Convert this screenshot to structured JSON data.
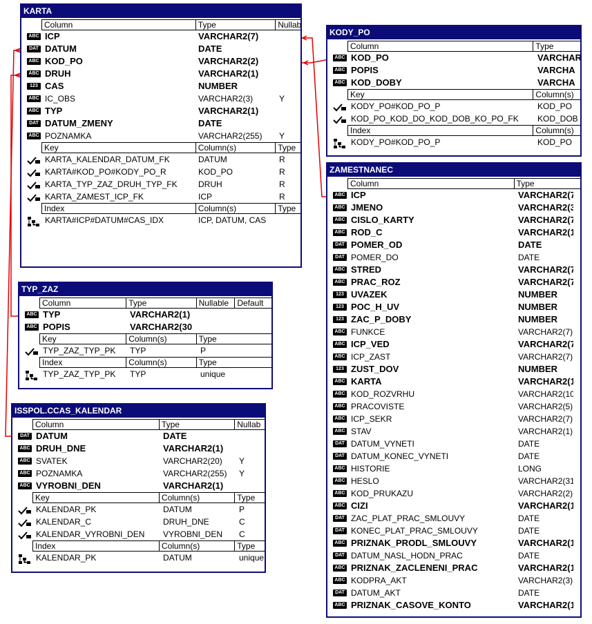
{
  "tables": {
    "karta": {
      "title": "KARTA",
      "col_header": {
        "column": "Column",
        "type": "Type",
        "nullable": "Nullable"
      },
      "columns": [
        {
          "icon": "abc",
          "name": "ICP",
          "type": "VARCHAR2(7)",
          "nullable": "",
          "bold": true
        },
        {
          "icon": "dat",
          "name": "DATUM",
          "type": "DATE",
          "nullable": "",
          "bold": true
        },
        {
          "icon": "abc",
          "name": "KOD_PO",
          "type": "VARCHAR2(2)",
          "nullable": "",
          "bold": true
        },
        {
          "icon": "abc",
          "name": "DRUH",
          "type": "VARCHAR2(1)",
          "nullable": "",
          "bold": true
        },
        {
          "icon": "123",
          "name": "CAS",
          "type": "NUMBER",
          "nullable": "",
          "bold": true
        },
        {
          "icon": "abc",
          "name": "IC_OBS",
          "type": "VARCHAR2(3)",
          "nullable": "Y",
          "bold": false
        },
        {
          "icon": "abc",
          "name": "TYP",
          "type": "VARCHAR2(1)",
          "nullable": "",
          "bold": true
        },
        {
          "icon": "dat",
          "name": "DATUM_ZMENY",
          "type": "DATE",
          "nullable": "",
          "bold": true
        },
        {
          "icon": "abc",
          "name": "POZNAMKA",
          "type": "VARCHAR2(255)",
          "nullable": "Y",
          "bold": false
        }
      ],
      "key_header": {
        "key": "Key",
        "columns": "Column(s)",
        "type": "Type"
      },
      "keys": [
        {
          "name": "KARTA_KALENDAR_DATUM_FK",
          "columns": "DATUM",
          "type": "R"
        },
        {
          "name": "KARTA#KOD_PO#KODY_PO_R",
          "columns": "KOD_PO",
          "type": "R"
        },
        {
          "name": "KARTA_TYP_ZAZ_DRUH_TYP_FK",
          "columns": "DRUH",
          "type": "R"
        },
        {
          "name": "KARTA_ZAMEST_ICP_FK",
          "columns": "ICP",
          "type": "R"
        }
      ],
      "index_header": {
        "index": "Index",
        "columns": "Column(s)",
        "type": "Type"
      },
      "indexes": [
        {
          "name": "KARTA#ICP#DATUM#CAS_IDX",
          "columns": "ICP, DATUM, CAS",
          "type": ""
        }
      ]
    },
    "kody_po": {
      "title": "KODY_PO",
      "col_header": {
        "column": "Column",
        "type": "Type"
      },
      "columns": [
        {
          "icon": "abc",
          "name": "KOD_PO",
          "type": "VARCHAR",
          "bold": true
        },
        {
          "icon": "abc",
          "name": "POPIS",
          "type": "VARCHA",
          "bold": true
        },
        {
          "icon": "abc",
          "name": "KOD_DOBY",
          "type": "VARCHA",
          "bold": true
        }
      ],
      "key_header": {
        "key": "Key",
        "columns": "Column(s)"
      },
      "keys": [
        {
          "name": "KODY_PO#KOD_PO_P",
          "columns": "KOD_PO"
        },
        {
          "name": "KOD_PO_KOD_DO_KOD_DOB_KO_PO_FK",
          "columns": "KOD_DOB"
        }
      ],
      "index_header": {
        "index": "Index",
        "columns": "Column(s)"
      },
      "indexes": [
        {
          "name": "KODY_PO#KOD_PO_P",
          "columns": "KOD_PO"
        }
      ]
    },
    "typ_zaz": {
      "title": "TYP_ZAZ",
      "col_header": {
        "column": "Column",
        "type": "Type",
        "nullable": "Nullable",
        "default": "Default"
      },
      "columns": [
        {
          "icon": "abc",
          "name": "TYP",
          "type": "VARCHAR2(1)",
          "bold": true
        },
        {
          "icon": "abc",
          "name": "POPIS",
          "type": "VARCHAR2(30",
          "bold": true
        }
      ],
      "key_header": {
        "key": "Key",
        "columns": "Column(s)",
        "type": "Type"
      },
      "keys": [
        {
          "name": "TYP_ZAZ_TYP_PK",
          "columns": "TYP",
          "type": "P"
        }
      ],
      "index_header": {
        "index": "Index",
        "columns": "Column(s)",
        "type": "Type"
      },
      "indexes": [
        {
          "name": "TYP_ZAZ_TYP_PK",
          "columns": "TYP",
          "type": "unique"
        }
      ]
    },
    "kalendar": {
      "title": "ISSPOL.CCAS_KALENDAR",
      "col_header": {
        "column": "Column",
        "type": "Type",
        "nullable": "Nullab"
      },
      "columns": [
        {
          "icon": "dat",
          "name": "DATUM",
          "type": "DATE",
          "nullable": "",
          "bold": true
        },
        {
          "icon": "abc",
          "name": "DRUH_DNE",
          "type": "VARCHAR2(1)",
          "nullable": "",
          "bold": true
        },
        {
          "icon": "abc",
          "name": "SVATEK",
          "type": "VARCHAR2(20)",
          "nullable": "Y",
          "bold": false
        },
        {
          "icon": "abc",
          "name": "POZNAMKA",
          "type": "VARCHAR2(255)",
          "nullable": "Y",
          "bold": false
        },
        {
          "icon": "abc",
          "name": "VYROBNI_DEN",
          "type": "VARCHAR2(1)",
          "nullable": "",
          "bold": true
        }
      ],
      "key_header": {
        "key": "Key",
        "columns": "Column(s)",
        "type": "Type"
      },
      "keys": [
        {
          "name": "KALENDAR_PK",
          "columns": "DATUM",
          "type": "P"
        },
        {
          "name": "KALENDAR_C",
          "columns": "DRUH_DNE",
          "type": "C"
        },
        {
          "name": "KALENDAR_VYROBNI_DEN",
          "columns": "VYROBNI_DEN",
          "type": "C"
        }
      ],
      "index_header": {
        "index": "Index",
        "columns": "Column(s)",
        "type": "Type"
      },
      "indexes": [
        {
          "name": "KALENDAR_PK",
          "columns": "DATUM",
          "type": "unique"
        }
      ]
    },
    "zamestnanec": {
      "title": "ZAMESTNANEC",
      "col_header": {
        "column": "Column",
        "type": "Type"
      },
      "columns": [
        {
          "icon": "abc",
          "name": "ICP",
          "type": "VARCHAR2(7",
          "bold": true
        },
        {
          "icon": "abc",
          "name": "JMENO",
          "type": "VARCHAR2(3",
          "bold": true
        },
        {
          "icon": "abc",
          "name": "CISLO_KARTY",
          "type": "VARCHAR2(7",
          "bold": true
        },
        {
          "icon": "abc",
          "name": "ROD_C",
          "type": "VARCHAR2(1",
          "bold": true
        },
        {
          "icon": "dat",
          "name": "POMER_OD",
          "type": "DATE",
          "bold": true
        },
        {
          "icon": "dat",
          "name": "POMER_DO",
          "type": "DATE",
          "bold": false
        },
        {
          "icon": "abc",
          "name": "STRED",
          "type": "VARCHAR2(7",
          "bold": true
        },
        {
          "icon": "abc",
          "name": "PRAC_ROZ",
          "type": "VARCHAR2(7",
          "bold": true
        },
        {
          "icon": "123",
          "name": "UVAZEK",
          "type": "NUMBER",
          "bold": true
        },
        {
          "icon": "123",
          "name": "POC_H_UV",
          "type": "NUMBER",
          "bold": true
        },
        {
          "icon": "123",
          "name": "ZAC_P_DOBY",
          "type": "NUMBER",
          "bold": true
        },
        {
          "icon": "abc",
          "name": "FUNKCE",
          "type": "VARCHAR2(7)",
          "bold": false
        },
        {
          "icon": "abc",
          "name": "ICP_VED",
          "type": "VARCHAR2(7",
          "bold": true
        },
        {
          "icon": "abc",
          "name": "ICP_ZAST",
          "type": "VARCHAR2(7)",
          "bold": false
        },
        {
          "icon": "123",
          "name": "ZUST_DOV",
          "type": "NUMBER",
          "bold": true
        },
        {
          "icon": "abc",
          "name": "KARTA",
          "type": "VARCHAR2(1",
          "bold": true
        },
        {
          "icon": "abc",
          "name": "KOD_ROZVRHU",
          "type": "VARCHAR2(10",
          "bold": false
        },
        {
          "icon": "abc",
          "name": "PRACOVISTE",
          "type": "VARCHAR2(5)",
          "bold": false
        },
        {
          "icon": "abc",
          "name": "ICP_SEKR",
          "type": "VARCHAR2(7)",
          "bold": false
        },
        {
          "icon": "abc",
          "name": "STAV",
          "type": "VARCHAR2(1)",
          "bold": false
        },
        {
          "icon": "dat",
          "name": "DATUM_VYNETI",
          "type": "DATE",
          "bold": false
        },
        {
          "icon": "dat",
          "name": "DATUM_KONEC_VYNETI",
          "type": "DATE",
          "bold": false
        },
        {
          "icon": "abc",
          "name": "HISTORIE",
          "type": "LONG",
          "bold": false
        },
        {
          "icon": "abc",
          "name": "HESLO",
          "type": "VARCHAR2(31",
          "bold": false
        },
        {
          "icon": "abc",
          "name": "KOD_PRUKAZU",
          "type": "VARCHAR2(2)",
          "bold": false
        },
        {
          "icon": "abc",
          "name": "CIZI",
          "type": "VARCHAR2(1",
          "bold": true
        },
        {
          "icon": "dat",
          "name": "ZAC_PLAT_PRAC_SMLOUVY",
          "type": "DATE",
          "bold": false
        },
        {
          "icon": "dat",
          "name": "KONEC_PLAT_PRAC_SMLOUVY",
          "type": "DATE",
          "bold": false
        },
        {
          "icon": "abc",
          "name": "PRIZNAK_PRODL_SMLOUVY",
          "type": "VARCHAR2(1",
          "bold": true
        },
        {
          "icon": "dat",
          "name": "DATUM_NASL_HODN_PRAC",
          "type": "DATE",
          "bold": false
        },
        {
          "icon": "abc",
          "name": "PRIZNAK_ZACLENENI_PRAC",
          "type": "VARCHAR2(1",
          "bold": true
        },
        {
          "icon": "abc",
          "name": "KODPRA_AKT",
          "type": "VARCHAR2(3)",
          "bold": false
        },
        {
          "icon": "dat",
          "name": "DATUM_AKT",
          "type": "DATE",
          "bold": false
        },
        {
          "icon": "abc",
          "name": "PRIZNAK_CASOVE_KONTO",
          "type": "VARCHAR2(1",
          "bold": true
        }
      ]
    }
  },
  "icons": {
    "abc": "ABC",
    "dat": "DAT",
    "123": "123"
  },
  "colors": {
    "title_bar": "#0c0c78",
    "relation_line": "#e00000"
  }
}
